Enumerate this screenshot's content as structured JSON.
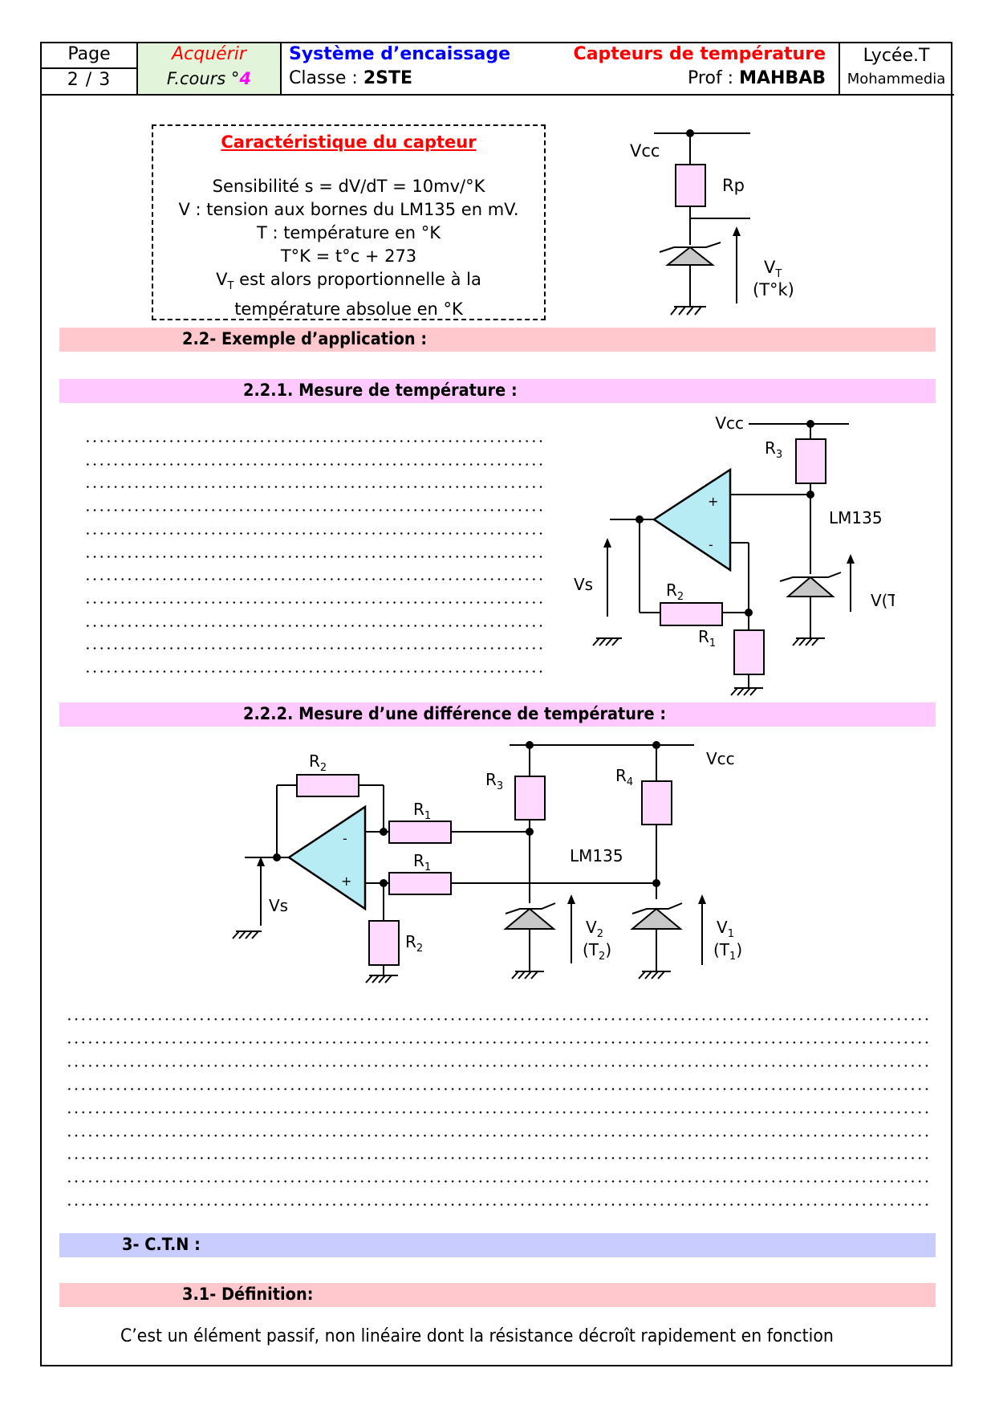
{
  "header": {
    "page_label": "Page",
    "page_number": "2 / 3",
    "activity": "Acquérir",
    "course_prefix": "F.cours °",
    "course_number": "4",
    "system": "Système d’encaissage",
    "class_label": "Classe : ",
    "class_value": "2STE",
    "topic": "Capteurs de température",
    "prof_label": "Prof : ",
    "prof_value": "MAHBAB",
    "school": "Lycée.T",
    "city": "Mohammedia"
  },
  "colors": {
    "activity": "#ff0000",
    "course_number": "#ff00ff",
    "system": "#0000ff",
    "topic": "#ff0000",
    "activity_cell_bg": "#e2f5da",
    "band_pink": "#ffc8cc",
    "band_magenta": "#ffc8ff",
    "band_blue": "#c8ccff",
    "resistor": "#ffd9ff",
    "opamp": "#b8ecf5",
    "diode": "#c8c8c8"
  },
  "characteristic_box": {
    "title": "Caractéristique du capteur",
    "lines": [
      "Sensibilité  s = dV/dT = 10mv/°K",
      "V : tension aux bornes du LM135 en mV.",
      "T : température en °K",
      "T°K = t°c + 273"
    ],
    "vt_line_main": "V",
    "vt_line_sub": "T",
    "vt_line_rest": " est alors proportionnelle à la",
    "last_line": "température absolue en °K"
  },
  "circuit_top": {
    "vcc": "Vcc",
    "rp": "Rp",
    "vt_main": "V",
    "vt_sub": "T",
    "vt_temp": "(T°k)"
  },
  "sections": {
    "s2_2": "2.2- Exemple d’application :",
    "s2_2_1": "2.2.1. Mesure de température :",
    "s2_2_2": "2.2.2. Mesure d’une différence de température :",
    "s3": "3- C.T.N :",
    "s3_1": "3.1- Définition:"
  },
  "circuit_1": {
    "vcc": "Vcc",
    "r3": "R",
    "r3_sub": "3",
    "r2": "R",
    "r2_sub": "2",
    "r1": "R",
    "r1_sub": "1",
    "lm": "LM135",
    "vs": "Vs",
    "vt": "V(T)",
    "plus": "+",
    "minus": "-"
  },
  "circuit_2": {
    "vcc": "Vcc",
    "r2": "R",
    "r2_sub": "2",
    "r1a": "R",
    "r1a_sub": "1",
    "r1b": "R",
    "r1b_sub": "1",
    "r2b": "R",
    "r2b_sub": "2",
    "r3": "R",
    "r3_sub": "3",
    "r4": "R",
    "r4_sub": "4",
    "lm": "LM135",
    "vs": "Vs",
    "v2": "V",
    "v2_sub": "2",
    "t2": "(T",
    "t2_sub": "2",
    "t2_close": ")",
    "v1": "V",
    "v1_sub": "1",
    "t1": "(T",
    "t1_sub": "1",
    "t1_close": ")",
    "plus": "+",
    "minus": "-"
  },
  "answer_area_1_lines": 11,
  "answer_area_2_lines": 9,
  "definition_text": "C’est un élément passif, non linéaire dont la résistance décroît rapidement en fonction"
}
